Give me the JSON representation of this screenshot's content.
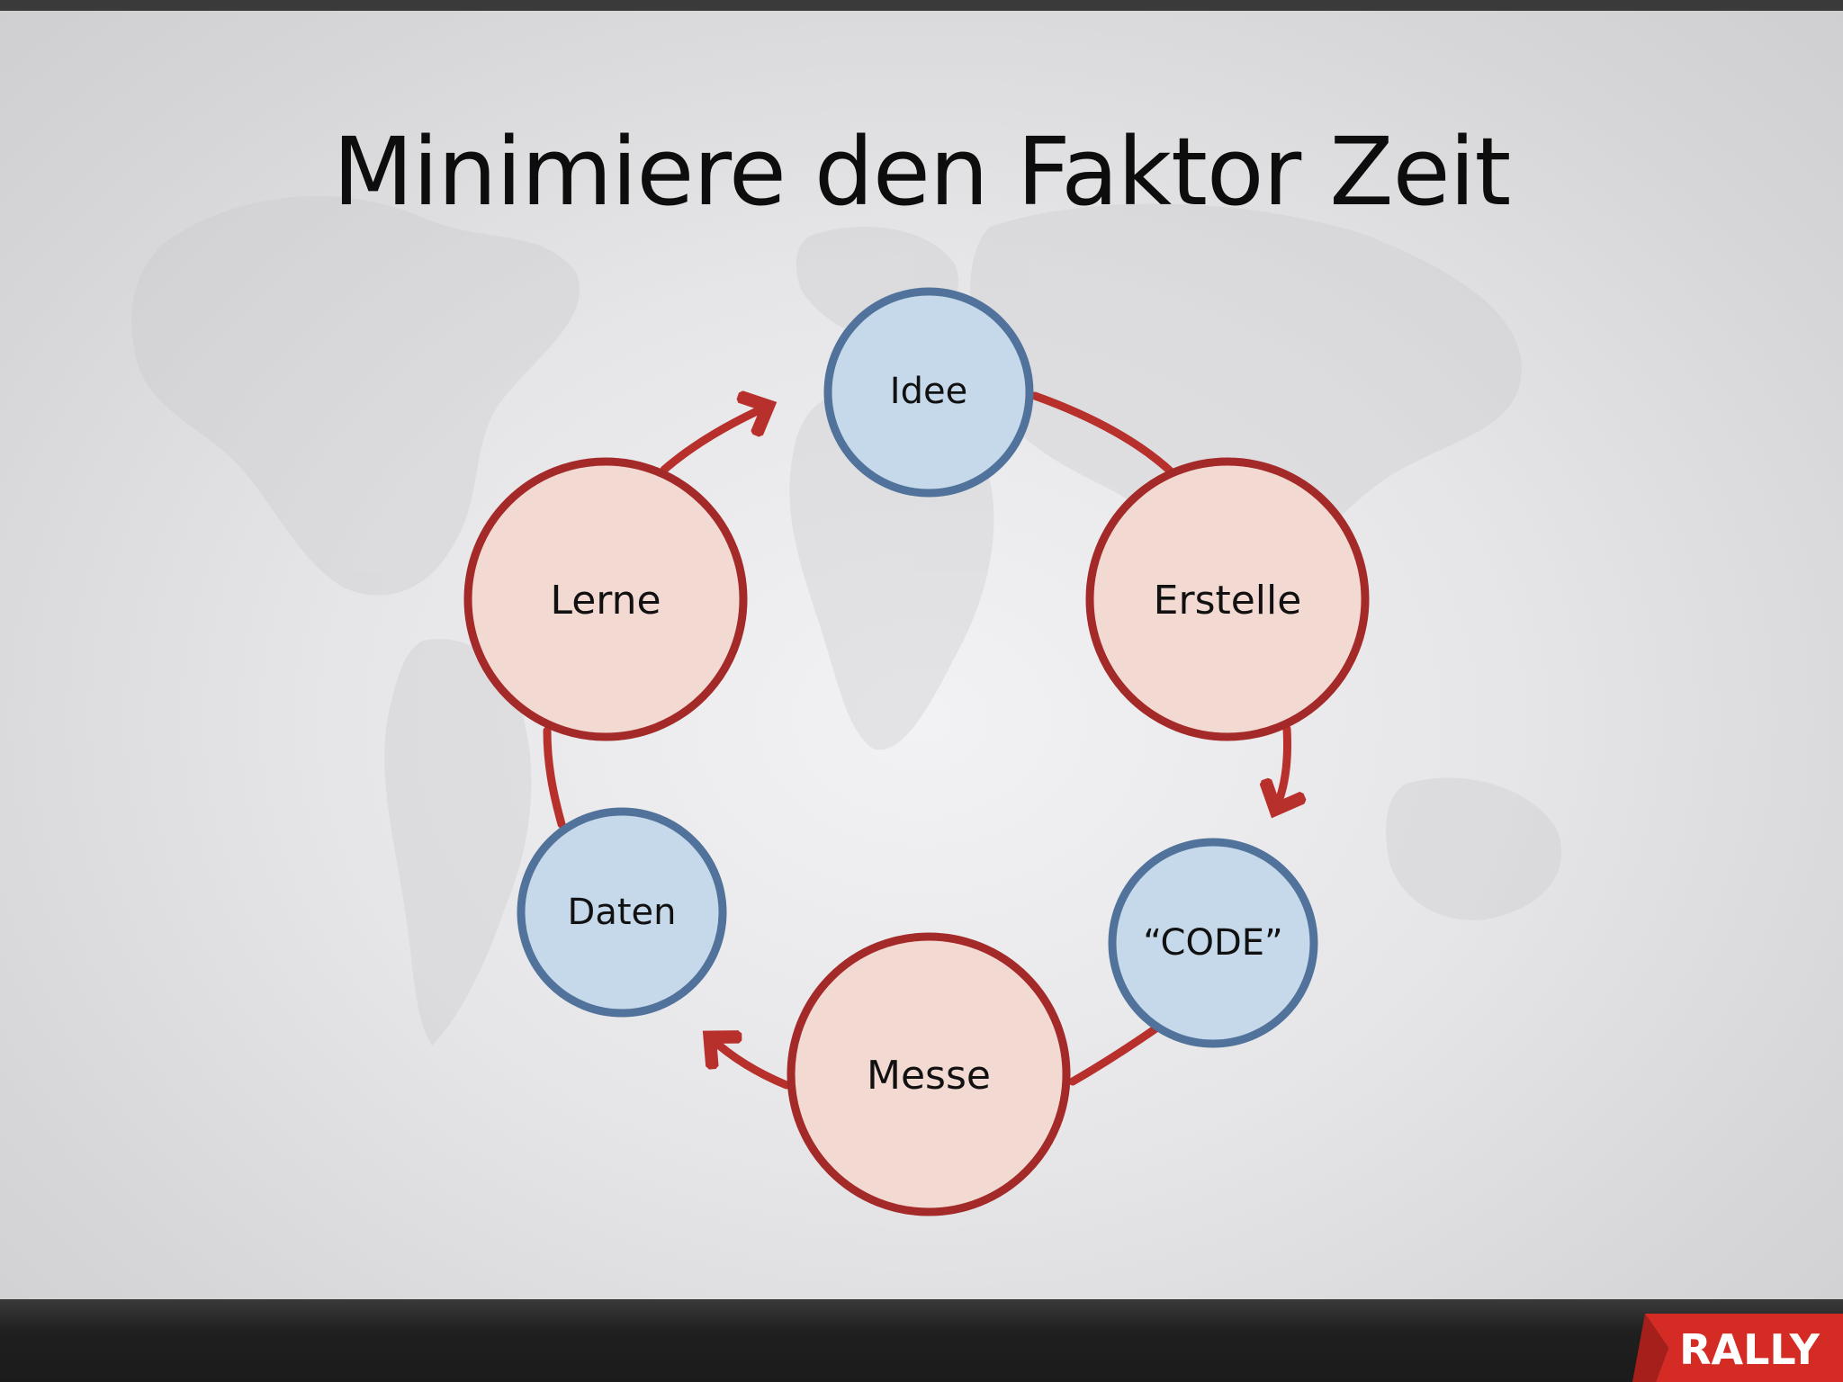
{
  "slide": {
    "title": "Minimiere den Faktor Zeit"
  },
  "cycle": {
    "nodes": [
      {
        "id": "idee",
        "label": "Idee",
        "kind": "artifact"
      },
      {
        "id": "erstelle",
        "label": "Erstelle",
        "kind": "activity"
      },
      {
        "id": "code",
        "label": "“CODE”",
        "kind": "artifact"
      },
      {
        "id": "messe",
        "label": "Messe",
        "kind": "activity"
      },
      {
        "id": "daten",
        "label": "Daten",
        "kind": "artifact"
      },
      {
        "id": "lerne",
        "label": "Lerne",
        "kind": "activity"
      }
    ],
    "edges": [
      {
        "from": "idee",
        "to": "erstelle"
      },
      {
        "from": "erstelle",
        "to": "code"
      },
      {
        "from": "code",
        "to": "messe"
      },
      {
        "from": "messe",
        "to": "daten"
      },
      {
        "from": "daten",
        "to": "lerne"
      },
      {
        "from": "lerne",
        "to": "idee"
      }
    ]
  },
  "colors": {
    "activity_fill": "#f2d9d2",
    "activity_stroke": "#a32a28",
    "artifact_fill": "#c6d9ea",
    "artifact_stroke": "#51729a",
    "arrow": "#b8302b"
  },
  "footer": {
    "logo_text": "RALLY"
  }
}
